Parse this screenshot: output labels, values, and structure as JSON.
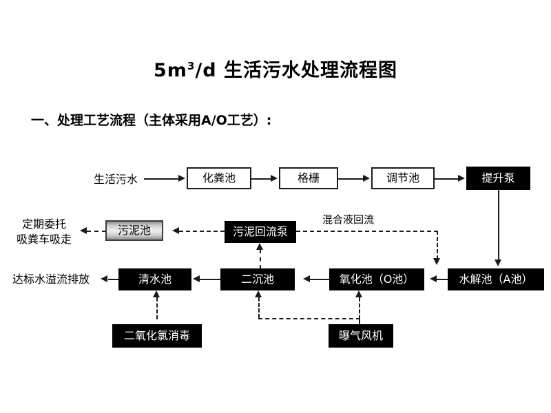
{
  "document": {
    "title_prefix": "5m",
    "title_sup": "3",
    "title_rest": "/d 生活污水处理流程图",
    "subtitle": "一、处理工艺流程（主体采用A/O工艺）:"
  },
  "nodes": {
    "inflow_label": "生活污水",
    "septic_tank": "化粪池",
    "grille": "格栅",
    "regulating_tank": "调节池",
    "lift_pump": "提升泵",
    "sludge_tank": "污泥池",
    "sludge_return_pump": "污泥回流泵",
    "entrust_line1": "定期委托",
    "entrust_line2": "吸粪车吸走",
    "discharge_label": "达标水溢流排放",
    "clean_water_tank": "清水池",
    "secondary_sedimentation": "二沉池",
    "oxidation_tank": "氧化池（O池）",
    "hydrolysis_tank": "水解池（A池）",
    "chlorine_dioxide": "二氧化氯消毒",
    "aeration_blower": "曝气风机"
  },
  "annotations": {
    "mixed_liquor_return": "混合液回流"
  },
  "colors": {
    "box_fill_black": "#000000",
    "box_text_white": "#ffffff",
    "box_fill_white": "#ffffff",
    "box_stroke": "#1a1a1a",
    "sludge_tank_fill": "#cfcfcf",
    "page_background": "#ffffff"
  }
}
